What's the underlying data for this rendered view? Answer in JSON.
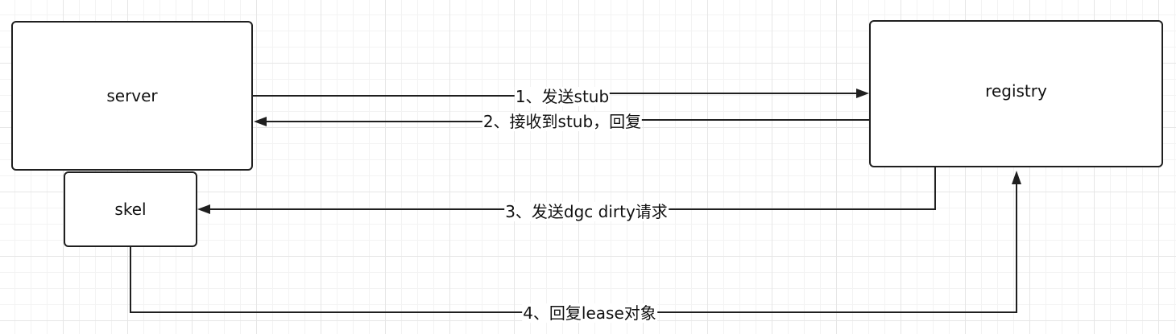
{
  "nodes": {
    "server": "server",
    "registry": "registry",
    "skel": "skel"
  },
  "edges": [
    {
      "label": "1、发送stub",
      "from": "server",
      "to": "registry"
    },
    {
      "label": "2、接收到stub，回复",
      "from": "registry",
      "to": "server"
    },
    {
      "label": "3、发送dgc dirty请求",
      "from": "registry",
      "to": "skel"
    },
    {
      "label": "4、回复lease对象",
      "from": "skel",
      "to": "registry"
    }
  ],
  "colors": {
    "stroke": "#1f1f1f",
    "background": "#ffffff",
    "grid": "#e6e6e6"
  }
}
